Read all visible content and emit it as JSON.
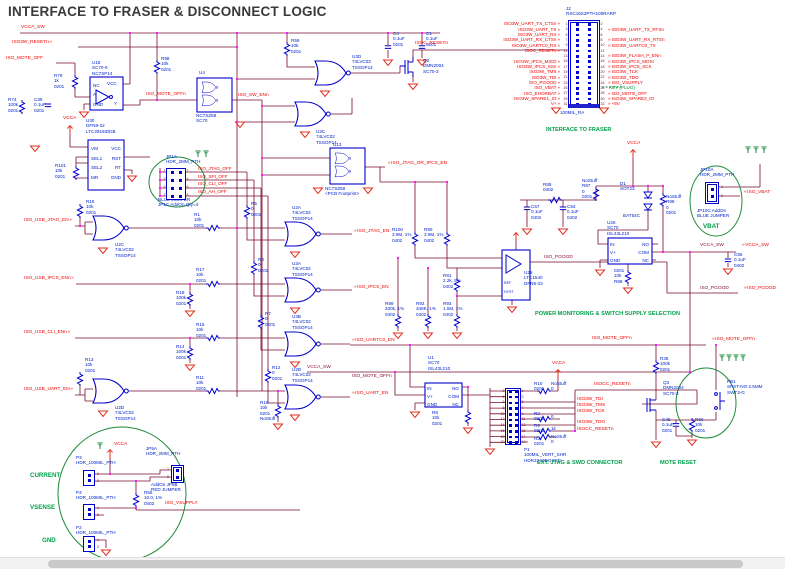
{
  "title": "INTERFACE TO FRASER & DISCONNECT LOGIC",
  "captions": {
    "fraser": "INTERFACE TO FRASER",
    "power": "POWER MONITORING & SWITCH SUPPLY SELECTION",
    "jtag": "EXT. JTAG & SWD CONNECTOR",
    "mote": "MOTE RESET",
    "current": "CURRENT",
    "vsense": "VSENSE",
    "gnd": "GND",
    "vbat": "VBAT"
  },
  "colors": {
    "wire": "#7a0b2d",
    "component": "#0000cc",
    "net_label": "#f20000",
    "caption_green": "#00a04a",
    "junction": "#ff00ff"
  },
  "nets": {
    "vcca_sw": "VCCA_SW",
    "iso3w_resetn": "ISO3W_RESETn",
    "iso_mote_off": "ISO_MOTE_OFF",
    "iso_mote_offn": "ISO_MOTE_OFFn",
    "iso_sw_enn": "ISO_SW_ENn",
    "iso_jtag_or_ipcs_en": "ISO_JTAG_OR_IPCS_EN",
    "iso_usb_jtag_en": "ISO_USB_JTAG_EN",
    "iso_usb_ipcs_enn": "ISO_USB_IPCS_ENn",
    "iso_usb_cli_enn": "ISO_USB_CLI_ENn",
    "iso_usb_uart_en": "ISO_USB_UART_EN",
    "iso_jtag_en": "ISO_JTAG_EN",
    "iso_ipcs_en": "ISO_IPCS_EN",
    "iso_uartc0_en": "ISO_UARTC0_EN",
    "iso_uart_en": "ISO_UART_EN",
    "isoc_resetn": "ISOC_RESETn",
    "isocc_resetn": "ISOCC_RESETn",
    "iso_vbat": "ISO_VBAT",
    "iso_pgood": "ISO_PGOOD",
    "iso_vsupply": "ISO_VSUPPLY",
    "iso3w_tdi": "ISO3W_TDI",
    "iso3w_tms": "ISO3W_TMS",
    "iso3w_tck": "ISO3W_TCK",
    "iso3w_tdo": "ISO3W_TDO",
    "vcca": "VCCA"
  },
  "jp1a_nets": [
    "ISO_JTAG_OFF",
    "ISO_SPI_OFF",
    "ISO_CLI_OFF",
    "ISO_AH_OFF"
  ],
  "parts": {
    "r74": "R74\n100k\n0201",
    "c39": "C39\n0.1uF\n0201",
    "r76": "R76\n1k\n0201",
    "u18": "U18\nSC70-5\nNC7SP14",
    "r98": "R98\n10k\n0201",
    "u30": "U30\nDFN8-32\nLTC2916IDDB",
    "r101": "R101\n10k\n0201",
    "u4_ref": "U4",
    "u4_part": "NC7SZ58\nSC70",
    "u13_ref": "U13",
    "u13_part": "NC7SZ58\n<PCB Footprint>",
    "r59": "R59\n10k\n0201",
    "u3d": "U3D\n74LVC02\nTSSOP14",
    "u3c": "U3C\n74LVC02\nTSSOP14",
    "c4": "C4\n0.1uF\n0201",
    "c1": "C1\n0.1uF\n0201",
    "q2": "Q2\nDMN2004\nSC70-3",
    "u2c": "U2C\n74LVC02\nTSSOP14",
    "u2d": "U2D\n74LVC02\nTSSOP14",
    "u2a": "U2A\n74LVC02\nTSSOP14",
    "u3a": "U3A\n74LVC02\nTSSOP14",
    "u3b": "U3B\n74LVC02\nTSSOP14",
    "u2b": "U2B\n74LVC02\nTSSOP14",
    "r15": "R15\n10k\n0201",
    "r13": "R13\n10k\n0201",
    "r1": "R1\n10k\n0201",
    "r17": "R17\n10k\n0201",
    "r16": "R16\n10k\n0201",
    "r11": "R11\n10k\n0201",
    "r18": "R18\n100k\n0201",
    "r14": "R14\n100k\n0201",
    "r5": "R5\n0\n0201",
    "r4": "R4\n0\n0201",
    "r7": "R7\n0\n0201",
    "r12": "R12\n0\n0201",
    "r19": "R19\n10k\n0201\nNoStuff",
    "jp1a": "JP1A\nHDR_2MM_PTH",
    "jp1c": "BLUE JUMPER\nJP1C   AddOn Qty=4",
    "r100": "R100\n3.9M, 1%\n0402",
    "r90": "R90\n3.9M, 1%\n0402",
    "r99": "R99\n330k, 1%\n0402",
    "r92": "R92\n348K, 1%\n0402",
    "r93": "R93\n1.5M, 1%\n0402",
    "r91": "R91\n2.2k, 5%\n0402",
    "u29": "U29\nLTC1540\nDFN8-33",
    "r85": "R85\n0402",
    "r87": "NoStuff\nR87\n0\n0201",
    "c57": "C57\n0.1uF\n0402",
    "c54": "C54\n0.1uF\n0402",
    "d1": "D1\nSOT23",
    "d1v": "BAT54C",
    "u26": "U26\nSC70\nISL43L210",
    "r88": "0201\n10k\nR88",
    "r89": "NoStuff\nR89\n0\n0201",
    "jp10a": "JP10A\nHDR_2MM_PTH",
    "jp10c": "JP10C  AddOn\nBLUE JUMPER",
    "c55": "C55\n0.1uF\n0402",
    "u1": "U1\nSC70\nISL43L210",
    "r8": "R8\n10k\n0201",
    "p1": "P1\n100MIL_VERT_SHR\nHDR2X10BOXED",
    "r10": "R10\n0201",
    "r10v": "NoStuff\n0",
    "r2": "R2\n0201",
    "r2v": "0",
    "r9": "R9\n0201",
    "r9v": "1k",
    "r3": "R3\n0201",
    "r3v": "NoStuff\n0",
    "r38": "R38\n100k\n0201",
    "q3": "Q3\nDMN2004\nSC70-3",
    "pb1": "PB1\nSPST-NO 2.5MM\nSWT3-G",
    "c49": "C49\n0.1uF\n0201",
    "r60": "R60\n10k\n0201",
    "p3": "P3\nHDR_100MIL_PTH",
    "p4": "P4\nHDR_100MIL_PTH",
    "p2": "P2\nHDR_100MIL_PTH",
    "jp5a": "JP5A\nHDR_2MM_PTH",
    "jp5b": "AddOn JP5B\nRED JUMPER",
    "r55": "R55\n10.0, 1%\n0402",
    "j2": "J2\nRSC16X2PTH100RARP",
    "j2fp": "100MIL_RA"
  },
  "pins": {
    "u18_l": "NC\nA\nGND",
    "u18_vcc": "VCC",
    "u18_y": "Y",
    "u30_l": "VM\nSEL1\nSEL2\nMR",
    "u30_r": "VCC\nRST\nRT\nGND",
    "sw_l": "IN\nV+\nGND",
    "sw_r": "NO\nCOM\nNC",
    "u29_ref": "REF",
    "u29_hyst": "HYST"
  },
  "misc": {
    "n1": "1",
    "n2": "2"
  },
  "j2": {
    "rows": [
      {
        "lp": "1",
        "rp": "2",
        "l": "ISO3W_UART_TX_CTSn",
        "r": ""
      },
      {
        "lp": "3",
        "rp": "4",
        "l": "ISO3W_UART_TX",
        "r": "ISO3W_UART_TX_RTSn"
      },
      {
        "lp": "5",
        "rp": "6",
        "l": "ISO3W_UART_RX",
        "r": ""
      },
      {
        "lp": "7",
        "rp": "8",
        "l": "ISO3W_UART_RX_CTSn",
        "r": "ISO3W_UART_RX_RTSn"
      },
      {
        "lp": "9",
        "rp": "10",
        "l": "ISO3W_UARTC0_RX",
        "r": "ISO3W_UARTC0_TX"
      },
      {
        "lp": "11",
        "rp": "12",
        "l": "ISOC_RESETn",
        "r": ""
      },
      {
        "lp": "13",
        "rp": "14",
        "l": "",
        "r": "ISO3W_FLASH_P_ENn"
      },
      {
        "lp": "15",
        "rp": "16",
        "l": "ISO3W_IPCS_MISO",
        "r": "ISO3W_IPCS_MOSI"
      },
      {
        "lp": "17",
        "rp": "18",
        "l": "ISO3W_IPCS_SSn",
        "r": "ISO3W_IPCS_SCK"
      },
      {
        "lp": "19",
        "rp": "20",
        "l": "ISO3W_TMS",
        "r": "ISO3W_TCK"
      },
      {
        "lp": "21",
        "rp": "22",
        "l": "ISO3W_TDI",
        "r": "ISO3W_TDO"
      },
      {
        "lp": "23",
        "rp": "24",
        "l": "ISO_PGOOD",
        "r": "ISO_VSUPPLY"
      },
      {
        "lp": "25",
        "rp": "26",
        "l": "ISO_VBAT",
        "r": "KEY (PLUG)",
        "rk": "key"
      },
      {
        "lp": "27",
        "rp": "28",
        "l": "ISO_EHORBAT",
        "r": "ISO_MOTE_OFF"
      },
      {
        "lp": "29",
        "rp": "30",
        "l": "ISO3W_SPARE1_IO",
        "r": "ISO3W_SPARE2_IO"
      },
      {
        "lp": "31",
        "rp": "32",
        "l": "V+",
        "r": "+5V"
      }
    ]
  },
  "p1": {
    "rows": [
      {
        "lp": "2",
        "rp": "1"
      },
      {
        "lp": "4",
        "rp": "3"
      },
      {
        "lp": "6",
        "rp": "5"
      },
      {
        "lp": "8",
        "rp": "7"
      },
      {
        "lp": "10",
        "rp": "9"
      },
      {
        "lp": "12",
        "rp": "11"
      },
      {
        "lp": "14",
        "rp": "13"
      },
      {
        "lp": "16",
        "rp": "15"
      },
      {
        "lp": "18",
        "rp": "17"
      },
      {
        "lp": "20",
        "rp": "19"
      }
    ]
  },
  "jp1a": {
    "rows": [
      {
        "lp": "1",
        "rp": "2"
      },
      {
        "lp": "3",
        "rp": "4"
      },
      {
        "lp": "5",
        "rp": "6"
      },
      {
        "lp": "7",
        "rp": "8"
      }
    ]
  }
}
